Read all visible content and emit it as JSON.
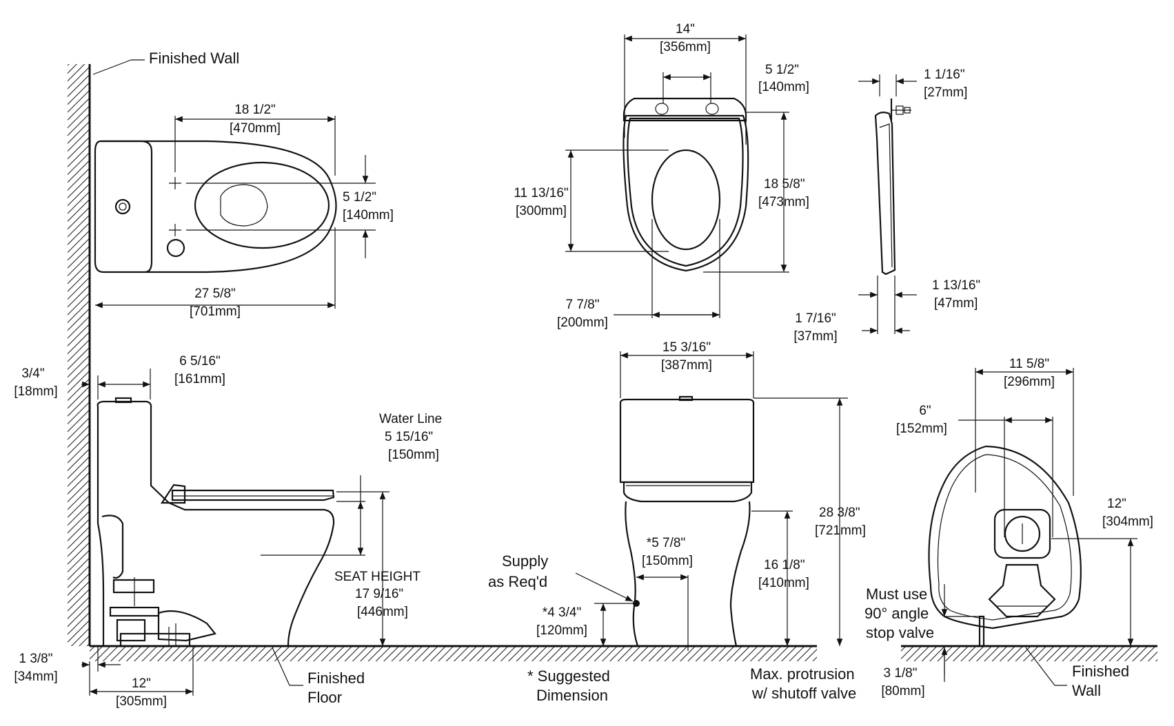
{
  "labels": {
    "finished_wall_top": "Finished Wall",
    "water_line": "Water Line",
    "seat_height": "SEAT HEIGHT",
    "supply_1": "Supply",
    "supply_2": "as Req'd",
    "suggested_1": "* Suggested",
    "suggested_2": "Dimension",
    "finished_floor_1": "Finished",
    "finished_floor_2": "Floor",
    "max_protrusion_1": "Max. protrusion",
    "max_protrusion_2": "w/ shutoff valve",
    "must_use_1": "Must use",
    "must_use_2": "90° angle",
    "must_use_3": "stop valve",
    "finished_wall_br_1": "Finished",
    "finished_wall_br_2": "Wall"
  },
  "dimensions": {
    "top_18_5": {
      "in": "18 1/2\"",
      "mm": "[470mm]"
    },
    "top_5_5": {
      "in": "5 1/2\"",
      "mm": "[140mm]"
    },
    "top_27_5": {
      "in": "27 5/8\"",
      "mm": "[701mm]"
    },
    "seat_14": {
      "in": "14\"",
      "mm": "[356mm]"
    },
    "seat_5_5": {
      "in": "5 1/2\"",
      "mm": "[140mm]"
    },
    "seat_18_5": {
      "in": "18 5/8\"",
      "mm": "[473mm]"
    },
    "seat_11_13": {
      "in": "11 13/16\"",
      "mm": "[300mm]"
    },
    "seat_7_7": {
      "in": "7 7/8\"",
      "mm": "[200mm]"
    },
    "side_1_1_16": {
      "in": "1 1/16\"",
      "mm": "[27mm]"
    },
    "side_1_13_16": {
      "in": "1 13/16\"",
      "mm": "[47mm]"
    },
    "side_1_7_16": {
      "in": "1 7/16\"",
      "mm": "[37mm]"
    },
    "left_3_4": {
      "in": "3/4\"",
      "mm": "[18mm]"
    },
    "left_6_5_16": {
      "in": "6 5/16\"",
      "mm": "[161mm]"
    },
    "water_line": {
      "in": "5 15/16\"",
      "mm": "[150mm]"
    },
    "seat_height": {
      "in": "17 9/16\"",
      "mm": "[446mm]"
    },
    "left_1_3_8": {
      "in": "1 3/8\"",
      "mm": "[34mm]"
    },
    "left_12": {
      "in": "12\"",
      "mm": "[305mm]"
    },
    "front_15_3_16": {
      "in": "15 3/16\"",
      "mm": "[387mm]"
    },
    "front_5_7_8": {
      "in": "*5 7/8\"",
      "mm": "[150mm]"
    },
    "front_4_3_4": {
      "in": "*4 3/4\"",
      "mm": "[120mm]"
    },
    "front_16_1_8": {
      "in": "16 1/8\"",
      "mm": "[410mm]"
    },
    "front_28_3_8": {
      "in": "28 3/8\"",
      "mm": "[721mm]"
    },
    "back_11_5_8": {
      "in": "11 5/8\"",
      "mm": "[296mm]"
    },
    "back_6": {
      "in": "6\"",
      "mm": "[152mm]"
    },
    "back_12": {
      "in": "12\"",
      "mm": "[304mm]"
    },
    "back_3_1_8": {
      "in": "3 1/8\"",
      "mm": "[80mm]"
    }
  }
}
